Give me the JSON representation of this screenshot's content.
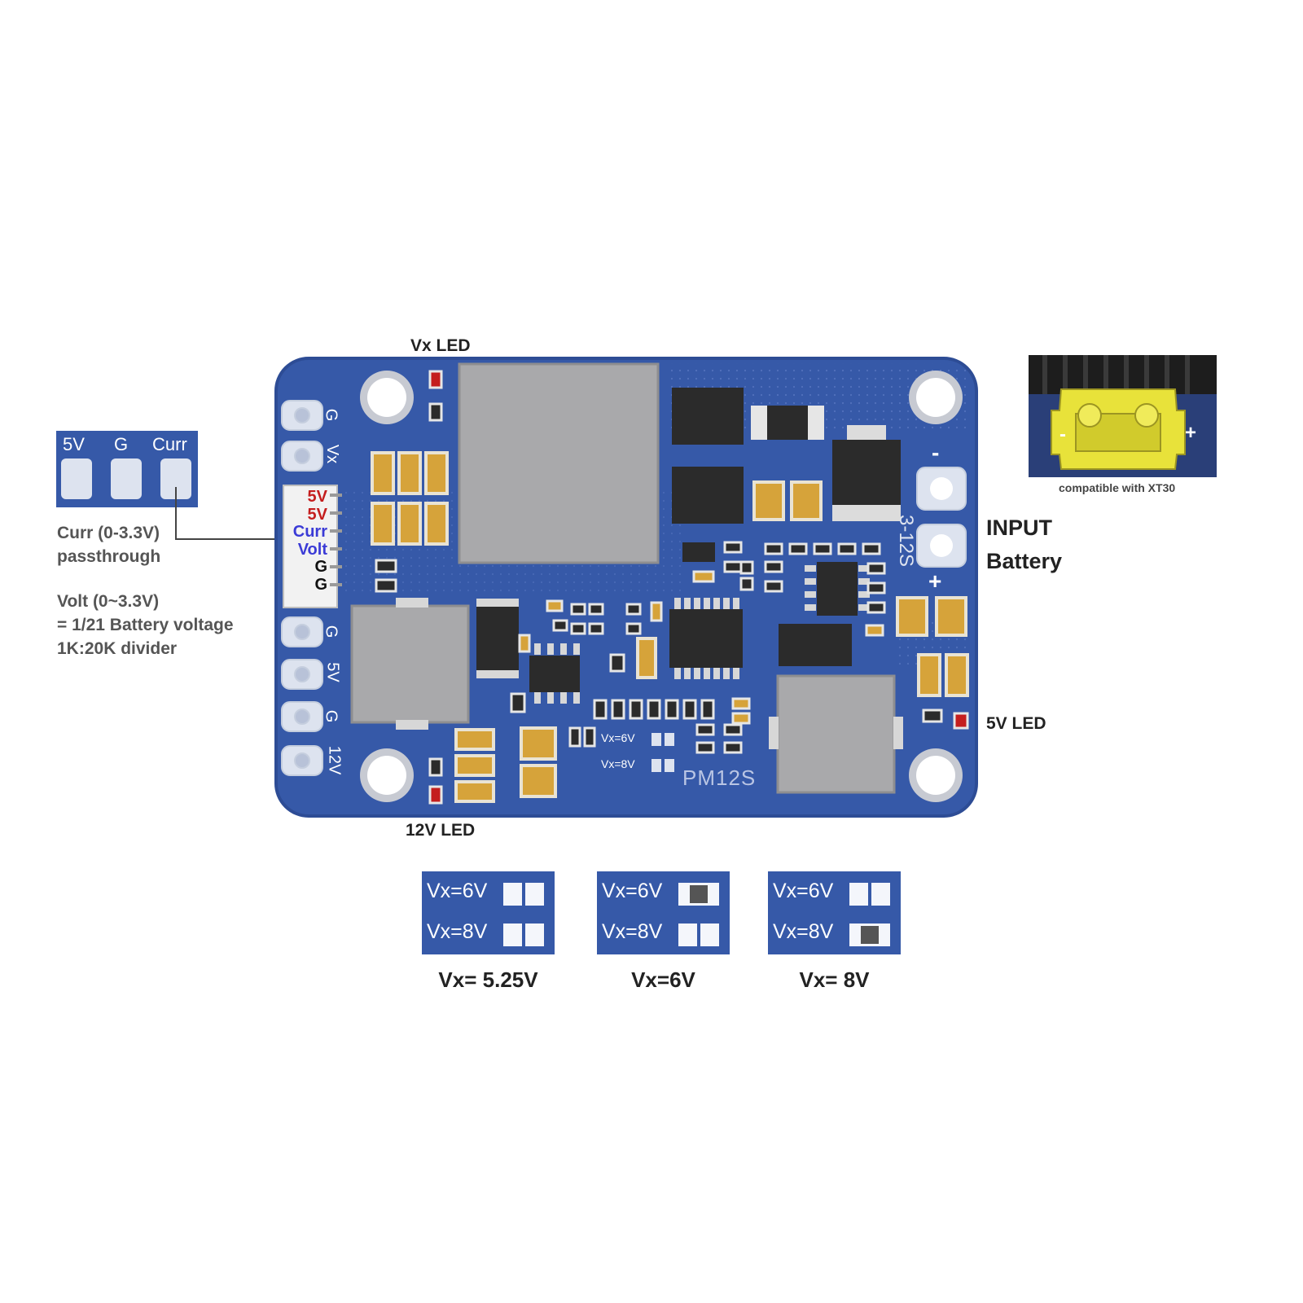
{
  "colors": {
    "pcb_blue": "#3659a8",
    "pcb_edge": "#2d4c95",
    "copper_gold": "#d6a33a",
    "chip_black": "#2b2b2b",
    "inductor_gray": "#a9a9ab",
    "led_red": "#c41e1e",
    "xt30_yellow": "#e8e23a",
    "label_gray": "#555555"
  },
  "labels": {
    "vx_led": "Vx LED",
    "led_12v": "12V LED",
    "led_5v": "5V LED",
    "input_line1": "INPUT",
    "input_line2": "Battery",
    "xt30_note": "compatible with XT30",
    "xt30_minus": "-",
    "xt30_plus": "+"
  },
  "board": {
    "model": "PM12S",
    "cell_range": "3-12S",
    "terminal_minus": "-",
    "terminal_plus": "+",
    "pad_labels": [
      "G",
      "Vx",
      "G",
      "5V",
      "G",
      "12V"
    ],
    "connector_pins": [
      {
        "label": "5V",
        "color": "#c41e1e"
      },
      {
        "label": "5V",
        "color": "#c41e1e"
      },
      {
        "label": "Curr",
        "color": "#3b3bd6"
      },
      {
        "label": "Volt",
        "color": "#3b3bd6"
      },
      {
        "label": "G",
        "color": "#111111"
      },
      {
        "label": "G",
        "color": "#111111"
      }
    ],
    "jumper_labels": [
      "Vx=6V",
      "Vx=8V"
    ]
  },
  "inset": {
    "headers": [
      "5V",
      "G",
      "Curr"
    ]
  },
  "notes": {
    "curr_line1": "Curr (0-3.3V)",
    "curr_line2": "passthrough",
    "volt_line1": "Volt (0~3.3V)",
    "volt_line2": "= 1/21 Battery voltage",
    "volt_line3": "1K:20K divider"
  },
  "jumper_configs": [
    {
      "row1": "Vx=6V",
      "row2": "Vx=8V",
      "bridged": "none",
      "caption": "Vx= 5.25V"
    },
    {
      "row1": "Vx=6V",
      "row2": "Vx=8V",
      "bridged": "6V",
      "caption": "Vx=6V"
    },
    {
      "row1": "Vx=6V",
      "row2": "Vx=8V",
      "bridged": "8V",
      "caption": "Vx= 8V"
    }
  ]
}
